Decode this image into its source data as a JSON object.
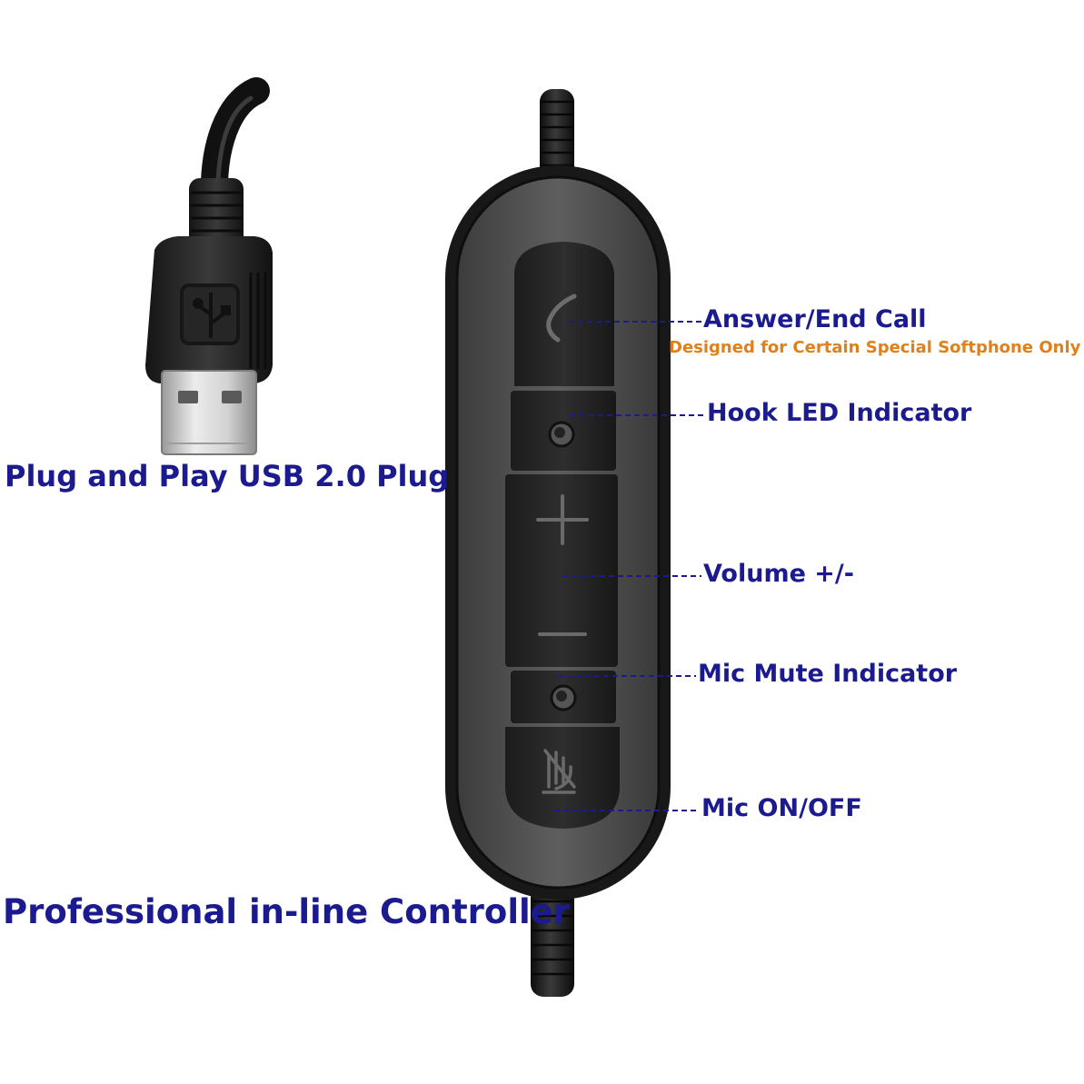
{
  "plug": {
    "caption": "Plug and Play USB 2.0 Plug"
  },
  "controller": {
    "caption": "Professional in-line Controller",
    "buttons": [
      {
        "name": "Answer/End Call",
        "icon": "phone-handset-icon",
        "note": "Designed for Certain Special Softphone Only"
      },
      {
        "name": "Hook LED Indicator",
        "icon": "led-dot-icon"
      },
      {
        "name": "Volume +/-",
        "icon": "plus-minus-icon"
      },
      {
        "name": "Mic Mute Indicator",
        "icon": "led-dot-icon"
      },
      {
        "name": "Mic ON/OFF",
        "icon": "mic-mute-icon"
      }
    ]
  },
  "colors": {
    "label": "#1b1b8f",
    "note": "#e0801a",
    "body": "#1c1c1c",
    "panel": "#505050"
  }
}
